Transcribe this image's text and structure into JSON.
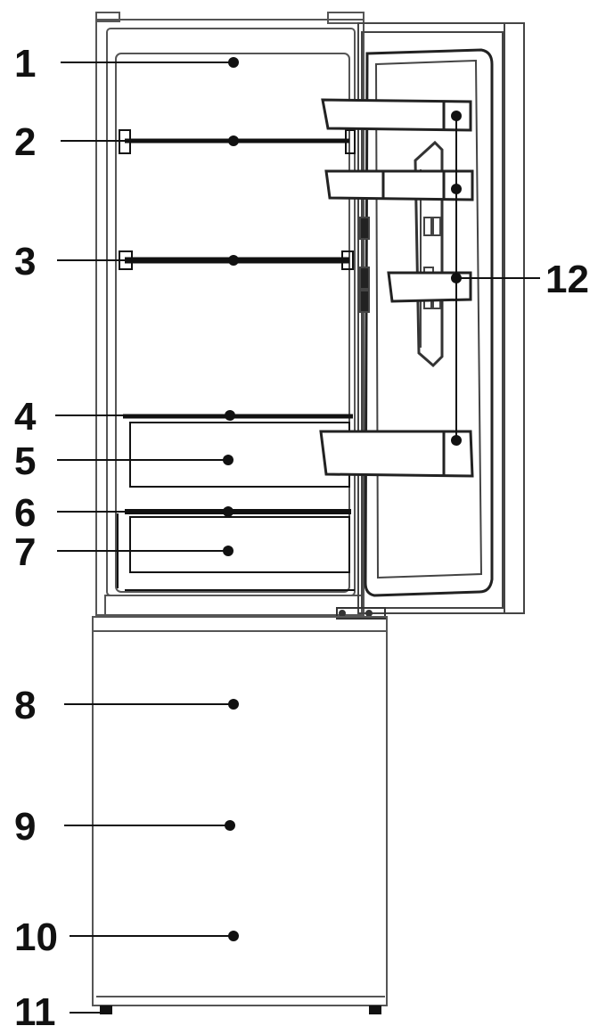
{
  "callouts": [
    {
      "id": "1",
      "label": "1"
    },
    {
      "id": "2",
      "label": "2"
    },
    {
      "id": "3",
      "label": "3"
    },
    {
      "id": "4",
      "label": "4"
    },
    {
      "id": "5",
      "label": "5"
    },
    {
      "id": "6",
      "label": "6"
    },
    {
      "id": "7",
      "label": "7"
    },
    {
      "id": "8",
      "label": "8"
    },
    {
      "id": "9",
      "label": "9"
    },
    {
      "id": "10",
      "label": "10"
    },
    {
      "id": "11",
      "label": "11"
    },
    {
      "id": "12",
      "label": "12"
    }
  ],
  "colors": {
    "line": "#111111",
    "background": "#ffffff",
    "outline": "#555555"
  }
}
